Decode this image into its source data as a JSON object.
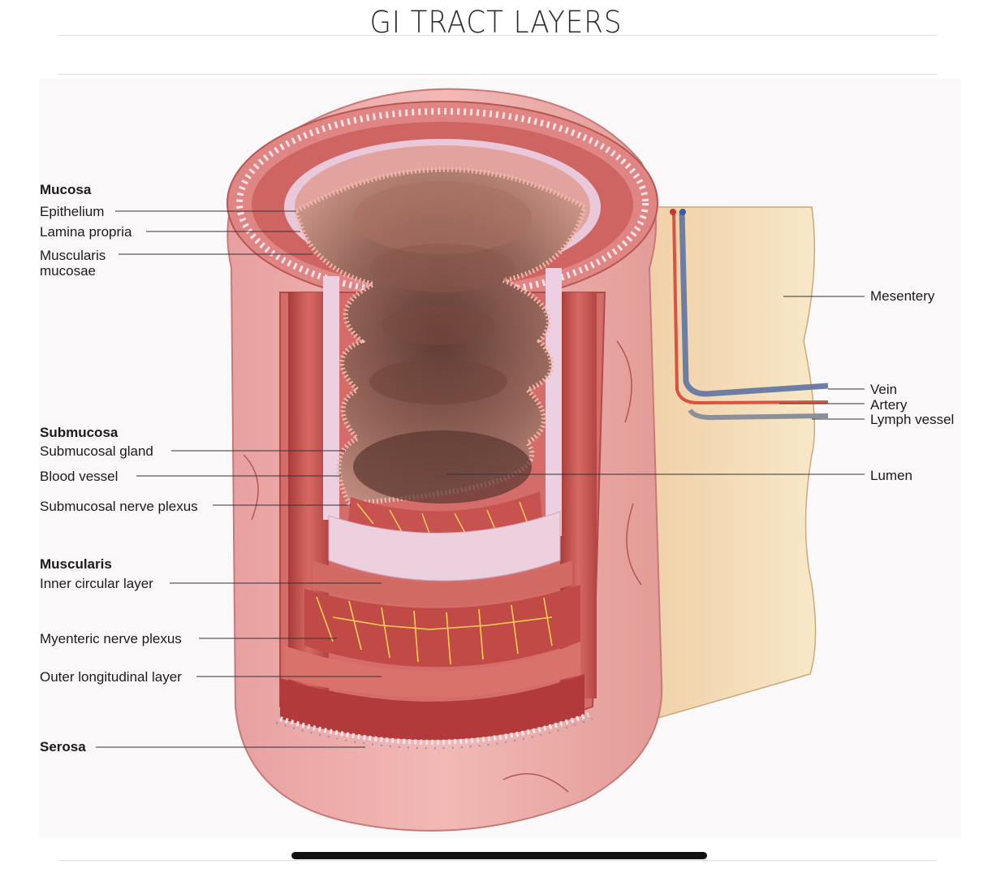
{
  "header": {
    "title": "GI TRACT LAYERS"
  },
  "diagram": {
    "sections": {
      "mucosa": "Mucosa",
      "submucosa": "Submucosa",
      "muscularis": "Muscularis",
      "serosa": "Serosa"
    },
    "labels": {
      "epithelium": "Epithelium",
      "lamina_propria": "Lamina propria",
      "muscularis_mucosae_1": "Muscularis",
      "muscularis_mucosae_2": "mucosae",
      "submucosal_gland": "Submucosal gland",
      "blood_vessel": "Blood vessel",
      "submucosal_nerve_plexus": "Submucosal nerve plexus",
      "inner_circular_layer": "Inner circular layer",
      "myenteric_nerve_plexus": "Myenteric nerve plexus",
      "outer_longitudinal_layer": "Outer longitudinal layer",
      "mesentery": "Mesentery",
      "vein": "Vein",
      "artery": "Artery",
      "lymph_vessel": "Lymph vessel",
      "lumen": "Lumen"
    },
    "colors": {
      "tissue": "#e59a9a",
      "muscle": "#c9504f",
      "submucosa": "#eed3e6",
      "mesentery": "#f4e2bd",
      "nerve": "#f1c542",
      "lumen": "#7e4f45"
    }
  }
}
